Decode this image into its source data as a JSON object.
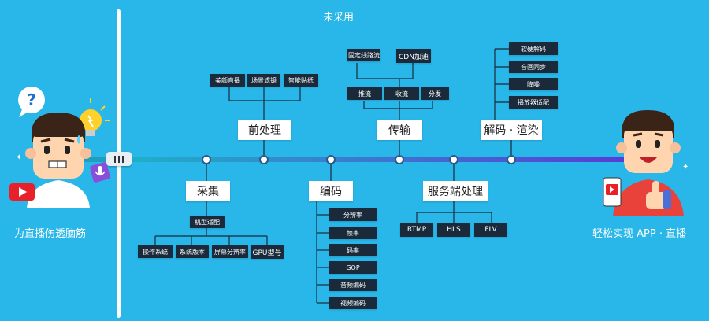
{
  "top_label": "未采用",
  "left_caption": "为直播伤透脑筋",
  "right_caption": "轻松实现 APP · 直播",
  "colors": {
    "background": "#29b6e8",
    "timeline_start": "#1fb0c8",
    "timeline_end": "#5a3bd6",
    "leaf_box": "#1a2a3a"
  },
  "icons": [
    "question-bubble-icon",
    "lightbulb-icon",
    "play-icon",
    "microphone-icon",
    "phone-play-icon",
    "thumbs-up-icon"
  ],
  "stages": {
    "capture": {
      "label": "采集",
      "sub": "机型适配",
      "items": [
        "操作系统",
        "系统版本",
        "屏幕分辨率",
        "GPU型号"
      ]
    },
    "preprocess": {
      "label": "前处理",
      "items": [
        "美颜直播",
        "场景滤镜",
        "智能贴纸"
      ]
    },
    "encode": {
      "label": "编码",
      "items": [
        "分辨率",
        "帧率",
        "码率",
        "GOP",
        "音频编码",
        "视频编码"
      ]
    },
    "transport": {
      "label": "传输",
      "top_items": [
        "固定线路流",
        "CDN加速"
      ],
      "items": [
        "推流",
        "收流",
        "分发"
      ]
    },
    "server": {
      "label": "服务端处理",
      "items": [
        "RTMP",
        "HLS",
        "FLV"
      ]
    },
    "decode": {
      "label": "解码 · 渲染",
      "items": [
        "软硬解码",
        "音画同步",
        "降噪",
        "播放器适配"
      ]
    }
  }
}
